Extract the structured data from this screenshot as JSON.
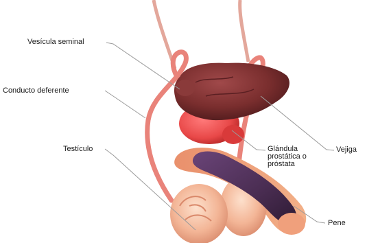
{
  "labels": {
    "vesicula_seminal": "Vesícula seminal",
    "conducto_deferente": "Conducto deferente",
    "testiculo": "Testículo",
    "glandula_prostatica": "Glándula prostática o próstata",
    "vejiga": "Vejiga",
    "pene": "Pene"
  },
  "colors": {
    "vessel": "#e9837a",
    "bladder": "#7a2e2e",
    "prostate": "#e84848",
    "penis": "#4a2d52",
    "testicle": "#f0b092",
    "leader": "#9a9a9a"
  }
}
